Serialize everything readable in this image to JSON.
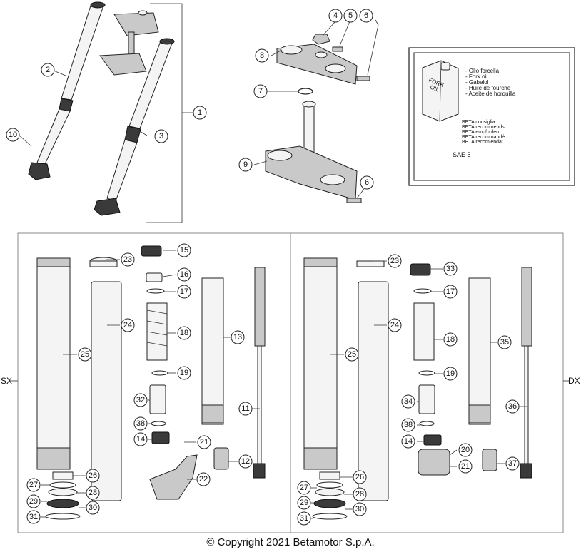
{
  "copyright": "© Copyright 2021 Betamotor S.p.A.",
  "side_labels": {
    "left": "SX",
    "right": "DX"
  },
  "oil_box": {
    "can_label": "FORK\nOIL",
    "names": [
      "- Olio forcella",
      "- Fork oil",
      "- Gabelol",
      "- Huile de fourche",
      "- Aceite de horquilla"
    ],
    "recommends": [
      "BETA consiglia:",
      "BETA recommends:",
      "BETA empfohlen:",
      "BETA recommandé:",
      "BETA recomienda:"
    ],
    "grade": "SAE 5"
  },
  "callouts": {
    "c1": "1",
    "c2": "2",
    "c3": "3",
    "c4": "4",
    "c5": "5",
    "c6a": "6",
    "c6b": "6",
    "c7": "7",
    "c8": "8",
    "c9": "9",
    "c10": "10",
    "l11": "11",
    "l12": "12",
    "l13": "13",
    "l14": "14",
    "l15": "15",
    "l16": "16",
    "l17": "17",
    "l18": "18",
    "l19": "19",
    "l21": "21",
    "l22": "22",
    "l23": "23",
    "l24": "24",
    "l25": "25",
    "l26": "26",
    "l27": "27",
    "l28": "28",
    "l29": "29",
    "l30": "30",
    "l31": "31",
    "l32": "32",
    "l38": "38",
    "r14": "14",
    "r17": "17",
    "r18": "18",
    "r19": "19",
    "r20": "20",
    "r21": "21",
    "r23": "23",
    "r24": "24",
    "r25": "25",
    "r26": "26",
    "r27": "27",
    "r28": "28",
    "r29": "29",
    "r30": "30",
    "r31": "31",
    "r33": "33",
    "r34": "34",
    "r35": "35",
    "r36": "36",
    "r37": "37",
    "r38": "38"
  }
}
